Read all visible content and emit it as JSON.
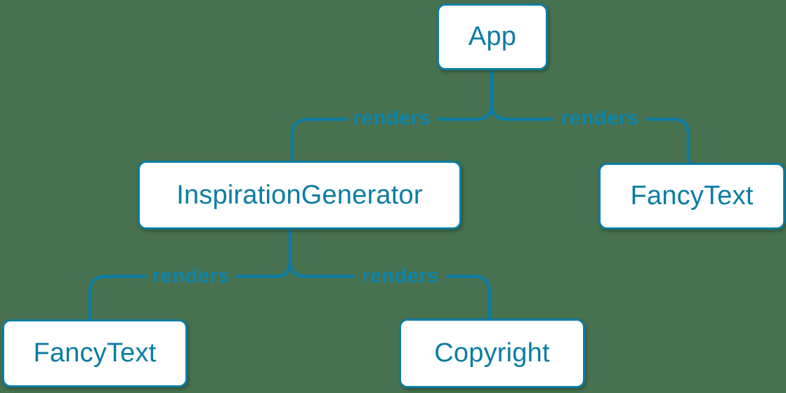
{
  "diagram": {
    "background_color": "#47714F",
    "accent_color": "#0C7CA3",
    "node_fill_color": "#FFFFFF",
    "edge_label_color": "#0E85AC",
    "nodes": [
      {
        "id": "app",
        "label": "App"
      },
      {
        "id": "inspiration-generator",
        "label": "InspirationGenerator"
      },
      {
        "id": "fancy-text-right",
        "label": "FancyText"
      },
      {
        "id": "fancy-text-left",
        "label": "FancyText"
      },
      {
        "id": "copyright",
        "label": "Copyright"
      }
    ],
    "edges": [
      {
        "from": "App",
        "to": "InspirationGenerator",
        "label": "renders"
      },
      {
        "from": "App",
        "to": "FancyText",
        "label": "renders"
      },
      {
        "from": "InspirationGenerator",
        "to": "FancyText",
        "label": "renders"
      },
      {
        "from": "InspirationGenerator",
        "to": "Copyright",
        "label": "renders"
      }
    ]
  }
}
